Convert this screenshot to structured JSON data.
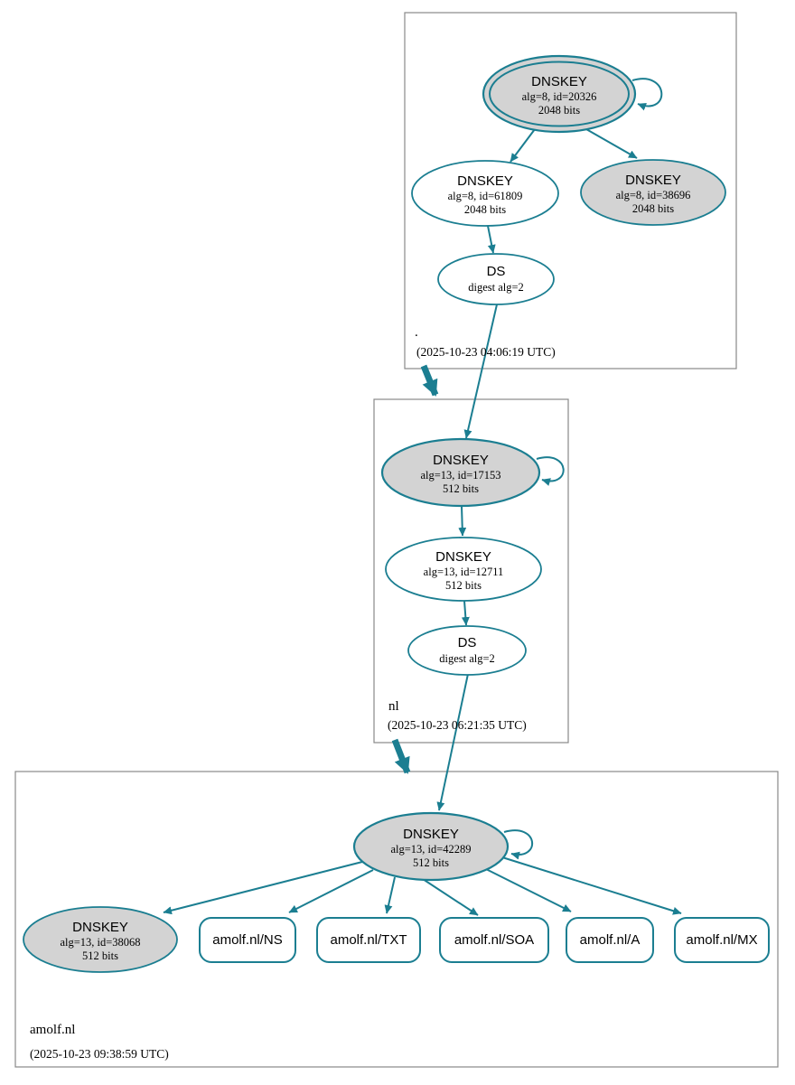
{
  "colors": {
    "edge": "#1b7e91",
    "node_fill_gray": "#d3d3d3",
    "node_fill_white": "#ffffff",
    "box_border": "#888888",
    "text": "#000000"
  },
  "zones": [
    {
      "name": ".",
      "timestamp": "(2025-10-23 04:06:19 UTC)",
      "ksk": {
        "title": "DNSKEY",
        "detail1": "alg=8, id=20326",
        "detail2": "2048 bits"
      },
      "zsk": {
        "title": "DNSKEY",
        "detail1": "alg=8, id=61809",
        "detail2": "2048 bits"
      },
      "key2": {
        "title": "DNSKEY",
        "detail1": "alg=8, id=38696",
        "detail2": "2048 bits"
      },
      "ds": {
        "title": "DS",
        "detail1": "digest alg=2"
      }
    },
    {
      "name": "nl",
      "timestamp": "(2025-10-23 06:21:35 UTC)",
      "ksk": {
        "title": "DNSKEY",
        "detail1": "alg=13, id=17153",
        "detail2": "512 bits"
      },
      "zsk": {
        "title": "DNSKEY",
        "detail1": "alg=13, id=12711",
        "detail2": "512 bits"
      },
      "ds": {
        "title": "DS",
        "detail1": "digest alg=2"
      }
    },
    {
      "name": "amolf.nl",
      "timestamp": "(2025-10-23 09:38:59 UTC)",
      "ksk": {
        "title": "DNSKEY",
        "detail1": "alg=13, id=42289",
        "detail2": "512 bits"
      },
      "key2": {
        "title": "DNSKEY",
        "detail1": "alg=13, id=38068",
        "detail2": "512 bits"
      },
      "rrsets": [
        {
          "label": "amolf.nl/NS"
        },
        {
          "label": "amolf.nl/TXT"
        },
        {
          "label": "amolf.nl/SOA"
        },
        {
          "label": "amolf.nl/A"
        },
        {
          "label": "amolf.nl/MX"
        }
      ]
    }
  ]
}
